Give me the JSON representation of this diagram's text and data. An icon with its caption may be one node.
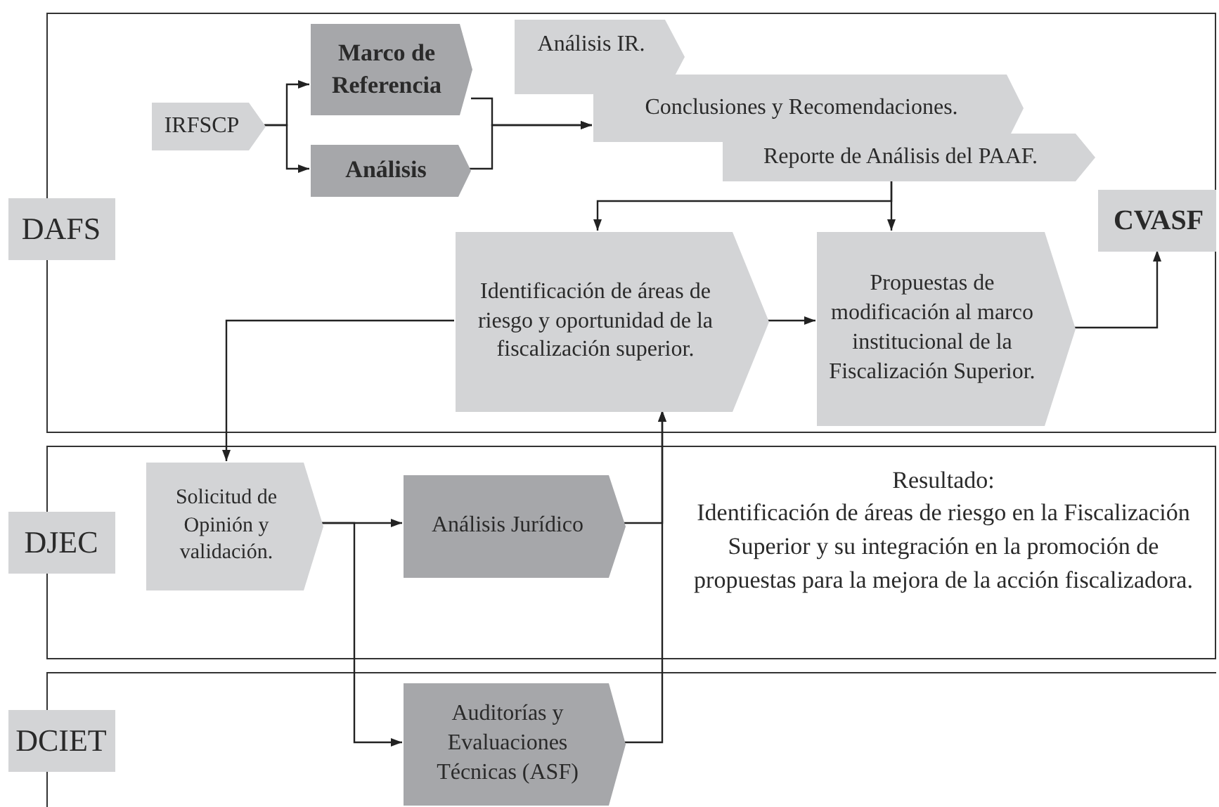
{
  "diagram": {
    "nodes": [
      {
        "text": [
          "DAFS"
        ]
      },
      {
        "text": [
          "IRFSCP"
        ],
        "in": 0
      },
      {
        "text": [
          "Marco de Referencia"
        ],
        "in": 0
      },
      {
        "text": [
          "Análisis"
        ],
        "in": 0
      },
      {
        "text": [
          "Análisis IR."
        ],
        "in": 0
      },
      {
        "text": [
          "Conclusiones y Recomendaciones."
        ],
        "in": 0
      },
      {
        "text": [
          "Reporte de Análisis del PAAF."
        ],
        "in": 0
      },
      {
        "text": [
          "Identificación de áreas de riesgo y oportunidad de la fiscalización superior."
        ],
        "in": 0
      },
      {
        "text": [
          "Propuestas de modificación al marco institucional de la Fiscalización Superior."
        ],
        "in": 0
      },
      {
        "text": [
          "CVASF"
        ],
        "in": 0
      },
      {
        "text": [
          "DJEC"
        ]
      },
      {
        "text": [
          "Solicitud de Opinión y validación."
        ],
        "in": 10
      },
      {
        "text": [
          "Análisis Jurídico"
        ],
        "in": 10
      },
      {
        "text": [
          "DCIET"
        ]
      },
      {
        "text": [
          "Auditorías y Evaluaciones Técnicas (ASF)"
        ],
        "in": 13
      }
    ],
    "edges": [
      {
        "from": 1,
        "to": 2,
        "arrow": "to"
      },
      {
        "from": 1,
        "to": 3,
        "arrow": "to"
      },
      {
        "from": 2,
        "to": 5,
        "arrow": "to"
      },
      {
        "from": 3,
        "to": 5,
        "arrow": "to"
      },
      {
        "from": 6,
        "to": 7,
        "arrow": "to"
      },
      {
        "from": 6,
        "to": 8,
        "arrow": "to"
      },
      {
        "from": 7,
        "to": 8,
        "arrow": "to"
      },
      {
        "from": 8,
        "to": 9,
        "arrow": "to"
      },
      {
        "from": 7,
        "to": 11,
        "arrow": "to"
      },
      {
        "from": 11,
        "to": 12,
        "arrow": "to"
      },
      {
        "from": 11,
        "to": 14,
        "arrow": "to"
      },
      {
        "from": 12,
        "to": 7,
        "arrow": "to"
      },
      {
        "from": 14,
        "to": 7,
        "arrow": "to"
      }
    ],
    "labels": [
      "Resultado:",
      "Identificación de áreas de riesgo en la Fiscalización Superior y su integración en la promoción de propuestas para la mejora de la acción fiscalizadora."
    ]
  }
}
